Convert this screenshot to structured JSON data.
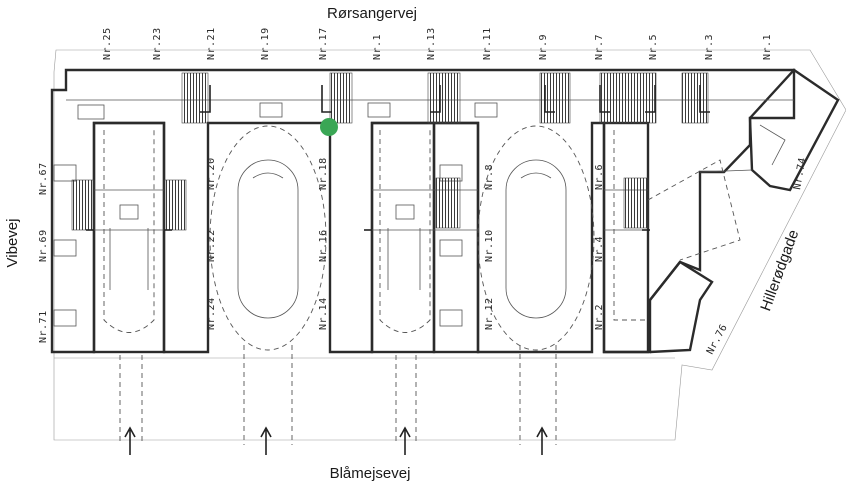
{
  "streets": {
    "north": "Rørsangervej",
    "south": "Blåmejsevej",
    "west": "Vibevej",
    "east": "Hillerødgade"
  },
  "house_numbers": {
    "top": [
      "Nr.25",
      "Nr.23",
      "Nr.21",
      "Nr.19",
      "Nr.17",
      "Nr.1",
      "Nr.13",
      "Nr.11",
      "Nr.9",
      "Nr.7",
      "Nr.5",
      "Nr.3",
      "Nr.1"
    ],
    "west_side": [
      "Nr.67",
      "Nr.69",
      "Nr.71"
    ],
    "inner_left": [
      "Nr.20",
      "Nr.22",
      "Nr.24"
    ],
    "inner_mid": [
      "Nr.18",
      "Nr.16",
      "Nr.14"
    ],
    "inner_right": [
      "Nr.8",
      "Nr.10",
      "Nr.12"
    ],
    "inner_east": [
      "Nr.6",
      "Nr.4",
      "Nr.2"
    ],
    "east_side": [
      "Nr.74",
      "Nr.76"
    ]
  },
  "marker": {
    "color": "#3aa655",
    "name": "location-marker"
  },
  "colors": {
    "lines": "#2b2b2b",
    "paper": "#ffffff"
  }
}
